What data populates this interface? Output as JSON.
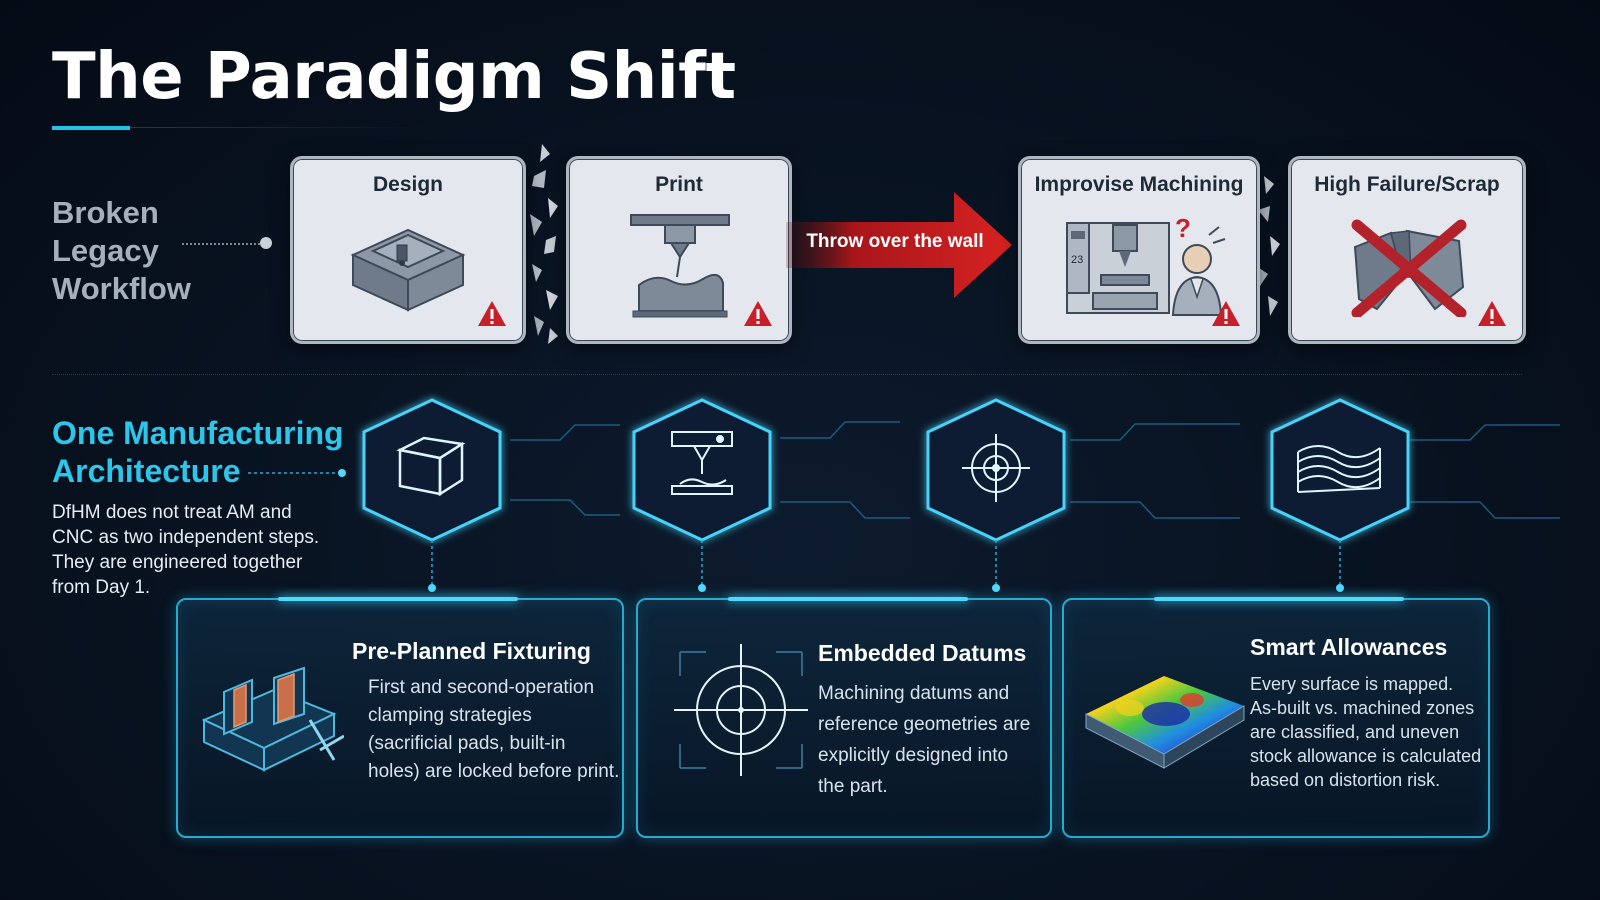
{
  "title": "The Paradigm Shift",
  "legacy": {
    "label_lines": [
      "Broken",
      "Legacy",
      "Workflow"
    ],
    "arrow_label": "Throw over the wall",
    "steps": [
      {
        "title": "Design",
        "icon": "cad-part-icon"
      },
      {
        "title": "Print",
        "icon": "3d-printer-icon"
      },
      {
        "title": "Improvise Machining",
        "icon": "cnc-machine-confused-operator-icon",
        "machine_display": "23"
      },
      {
        "title": "High Failure/Scrap",
        "icon": "scrap-x-icon"
      }
    ]
  },
  "architecture": {
    "title_lines": [
      "One Manufacturing",
      "Architecture"
    ],
    "description": "DfHM does not treat AM and CNC as two independent steps. They are engineered together from Day 1.",
    "nodes": [
      {
        "icon": "cube-icon"
      },
      {
        "icon": "printer-icon"
      },
      {
        "icon": "crosshair-icon"
      },
      {
        "icon": "surface-wave-icon"
      }
    ],
    "panels": [
      {
        "title": "Pre-Planned Fixturing",
        "icon": "vise-fixture-icon",
        "lines": [
          "First and second-operation",
          "clamping strategies",
          "(sacrificial pads, built-in",
          "holes) are locked before print."
        ]
      },
      {
        "title": "Embedded Datums",
        "icon": "datum-target-icon",
        "lines": [
          "Machining datums and",
          "reference geometries are",
          "explicitly designed into",
          "the part."
        ]
      },
      {
        "title": "Smart Allowances",
        "icon": "heatmap-surface-icon",
        "lines": [
          "Every surface is mapped.",
          "As-built vs. machined zones",
          "are classified, and uneven",
          "stock allowance is calculated",
          "based on distortion risk."
        ]
      }
    ]
  },
  "colors": {
    "accent": "#22c3e6",
    "warning": "#c8202a",
    "arrow": "#c81e1e",
    "card_bg": "#e4e8ee"
  }
}
